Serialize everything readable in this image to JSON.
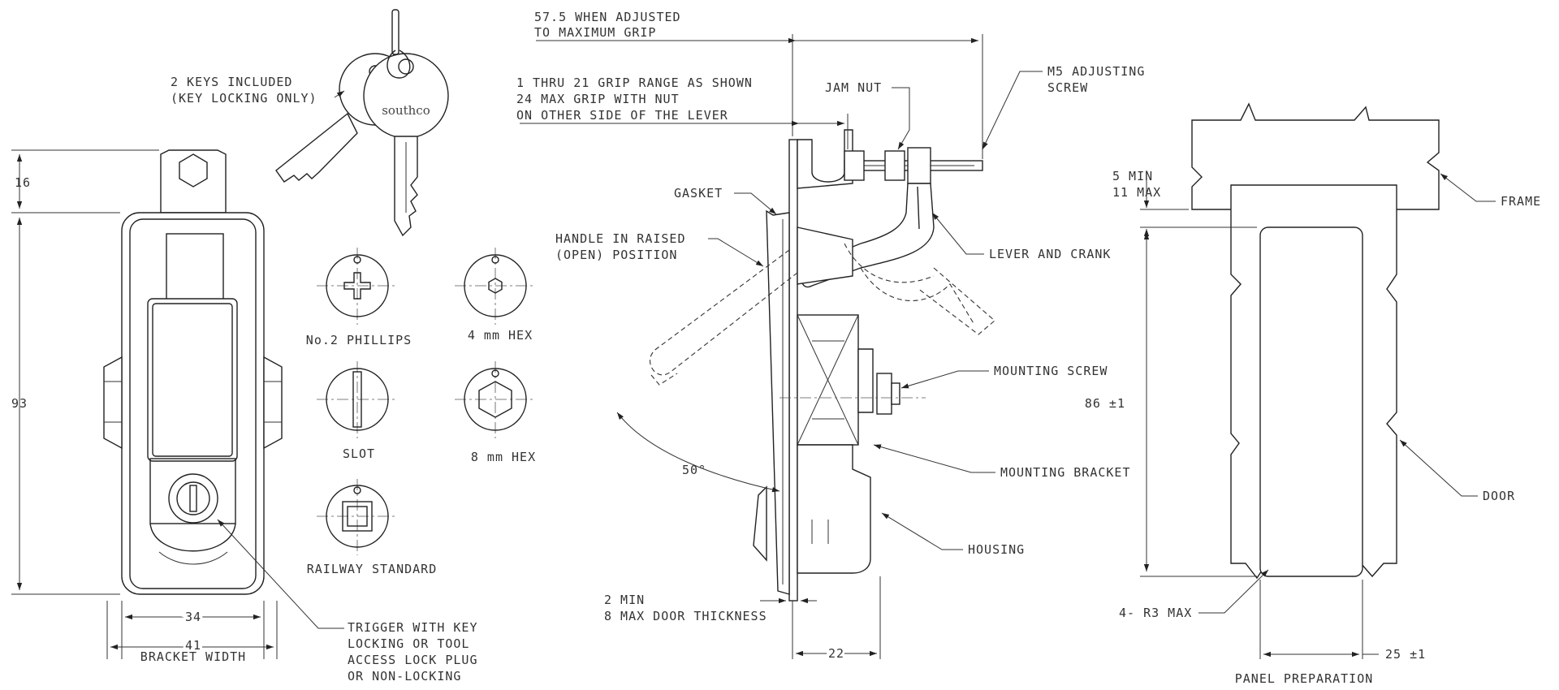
{
  "colors": {
    "line": "#222222",
    "text": "#333333",
    "background": "#ffffff"
  },
  "keys": {
    "note_line1": "2 KEYS INCLUDED",
    "note_line2": "(KEY LOCKING ONLY)",
    "brand": "southco"
  },
  "front_view": {
    "dim_top": "16",
    "dim_height": "93",
    "dim_inner_width": "34",
    "dim_bracket_width": "41",
    "bracket_width_label": "BRACKET WIDTH",
    "trigger_note": [
      "TRIGGER WITH KEY",
      "LOCKING OR TOOL",
      "ACCESS LOCK PLUG",
      "OR NON-LOCKING"
    ]
  },
  "drive_options": {
    "phillips": "No.2 PHILLIPS",
    "hex4": "4 mm HEX",
    "slot": "SLOT",
    "hex8": "8 mm HEX",
    "railway": "RAILWAY STANDARD"
  },
  "side_view": {
    "max_grip_line1": "57.5 WHEN ADJUSTED",
    "max_grip_line2": "TO MAXIMUM GRIP",
    "grip_range_line1": "1 THRU 21 GRIP RANGE AS SHOWN",
    "grip_range_line2": "24 MAX GRIP WITH NUT",
    "grip_range_line3": "ON OTHER SIDE OF THE LEVER",
    "jam_nut": "JAM NUT",
    "adjusting_screw_line1": "M5 ADJUSTING",
    "adjusting_screw_line2": "SCREW",
    "gasket": "GASKET",
    "handle_line1": "HANDLE IN RAISED",
    "handle_line2": "(OPEN) POSITION",
    "lever_crank": "LEVER AND CRANK",
    "mounting_screw": "MOUNTING SCREW",
    "angle": "50°",
    "mounting_bracket": "MOUNTING BRACKET",
    "housing": "HOUSING",
    "door_line1": "2 MIN",
    "door_line2": "8 MAX DOOR THICKNESS",
    "dim_depth": "22"
  },
  "panel": {
    "min_line1": "5 MIN",
    "min_line2": "11 MAX",
    "frame": "FRAME",
    "height": "86 ±1",
    "door": "DOOR",
    "radius": "4- R3 MAX",
    "width": "25 ±1",
    "title": "PANEL PREPARATION"
  }
}
